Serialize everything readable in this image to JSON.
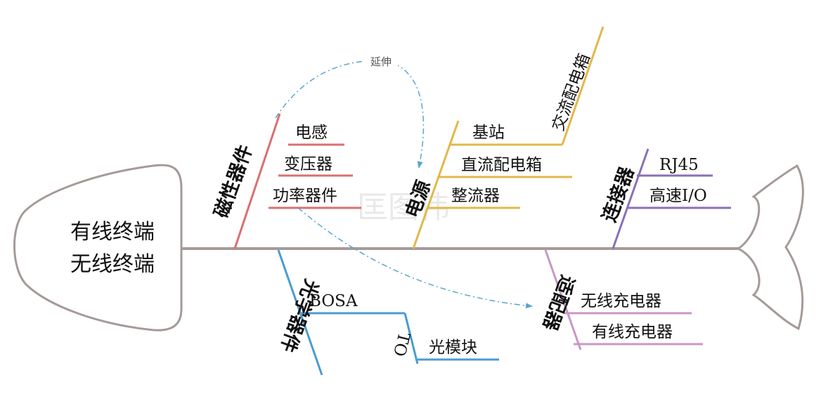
{
  "head": {
    "line1": "有线终端",
    "line2": "无线终端"
  },
  "watermark": "匡图伟",
  "annotation": {
    "label": "延伸"
  },
  "colors": {
    "spine": "#a59a98",
    "magnetic": "#d9706f",
    "power": "#e2b84a",
    "connector": "#8a70b8",
    "optical": "#4b9cd0",
    "adapter": "#c898c6",
    "arrow": "#5aa4cf"
  },
  "categories": {
    "magnetic": {
      "name": "磁性器件",
      "items": [
        "电感",
        "变压器",
        "功率器件"
      ]
    },
    "power": {
      "name": "电源",
      "items": [
        "基站",
        "直流配电箱",
        "整流器"
      ],
      "sub_branch": "交流配电箱"
    },
    "connector": {
      "name": "连接器",
      "items": [
        "RJ45",
        "高速I/O"
      ]
    },
    "optical": {
      "name": "光学器件",
      "items": [
        "BOSA",
        "光模块"
      ],
      "sub_branch": "TO"
    },
    "adapter": {
      "name": "适配器",
      "items": [
        "无线充电器",
        "有线充电器"
      ]
    }
  }
}
